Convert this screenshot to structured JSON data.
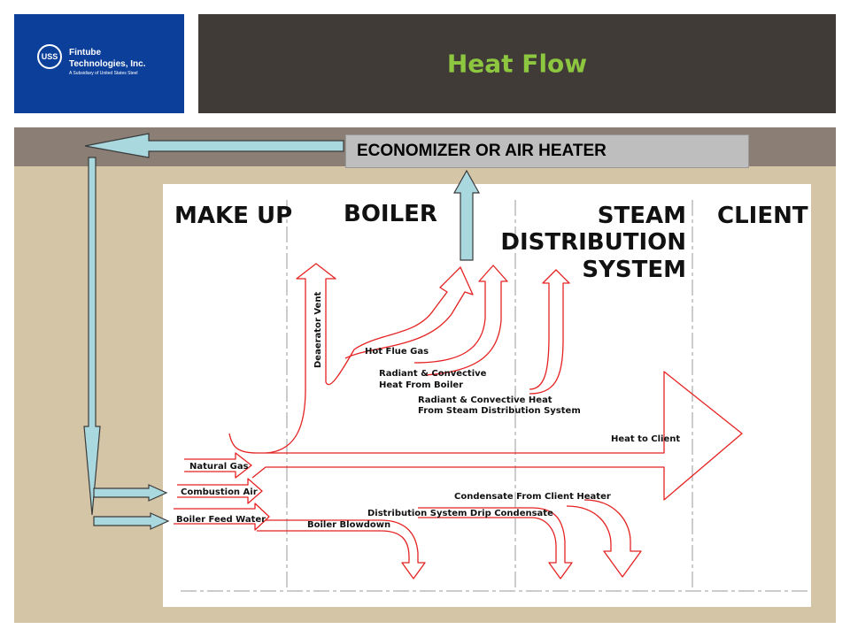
{
  "header": {
    "title": "Heat Flow",
    "logo": {
      "badge": "USS",
      "name_line1": "Fintube",
      "name_line2": "Technologies, Inc.",
      "tagline": "A Subsidiary of United States Steel"
    }
  },
  "economizer": {
    "label": "ECONOMIZER OR AIR HEATER"
  },
  "zones": {
    "make_up": "MAKE UP",
    "boiler": "BOILER",
    "steam_line1": "STEAM",
    "steam_line2": "DISTRIBUTION",
    "steam_line3": "SYSTEM",
    "client": "CLIENT"
  },
  "flows": {
    "deaerator_vent": "Deaerator Vent",
    "hot_flue_gas": "Hot Flue Gas",
    "radiant_boiler_1": "Radiant & Convective",
    "radiant_boiler_2": "Heat From Boiler",
    "radiant_dist_1": "Radiant & Convective Heat",
    "radiant_dist_2": "From Steam Distribution System",
    "heat_to_client": "Heat to Client",
    "natural_gas": "Natural Gas",
    "combustion_air": "Combustion Air",
    "boiler_feed_water": "Boiler Feed Water",
    "boiler_blowdown": "Boiler Blowdown",
    "drip_condensate": "Distribution System Drip Condensate",
    "condensate_client": "Condensate From Client Heater"
  },
  "colors": {
    "flow_stroke": "#e52222",
    "arrow_fill": "#a9d8df",
    "title_green": "#8dc63f",
    "header_dark": "#403b37",
    "logo_blue": "#0b3f9a",
    "stage_tan": "#d4c5a6"
  }
}
